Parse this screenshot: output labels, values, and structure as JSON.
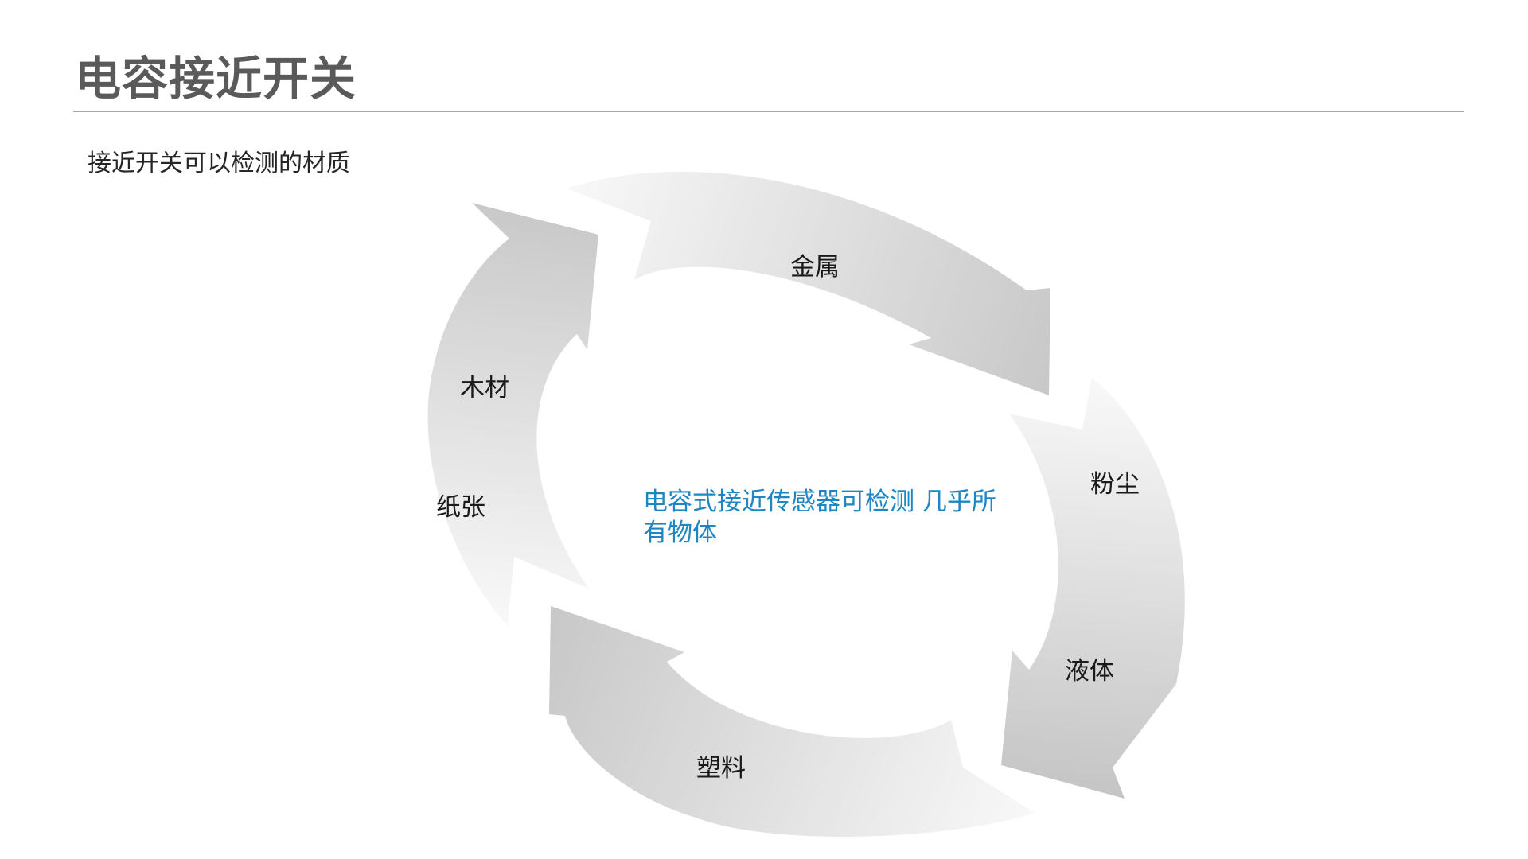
{
  "slide": {
    "title": "电容接近开关",
    "subtitle": "接近开关可以检测的材质"
  },
  "diagram": {
    "materials": {
      "metal": "金属",
      "dust": "粉尘",
      "liquid": "液体",
      "plastic": "塑料",
      "paper": "纸张",
      "wood": "木材"
    },
    "center_text": "电容式接近传感器可检测 几乎所有物体"
  },
  "colors": {
    "title": "#5a5a5a",
    "rule": "#a6a6a6",
    "center_text": "#1f86c2",
    "arrow_light": "#f7f7f7",
    "arrow_dark": "#c8c8c8"
  }
}
